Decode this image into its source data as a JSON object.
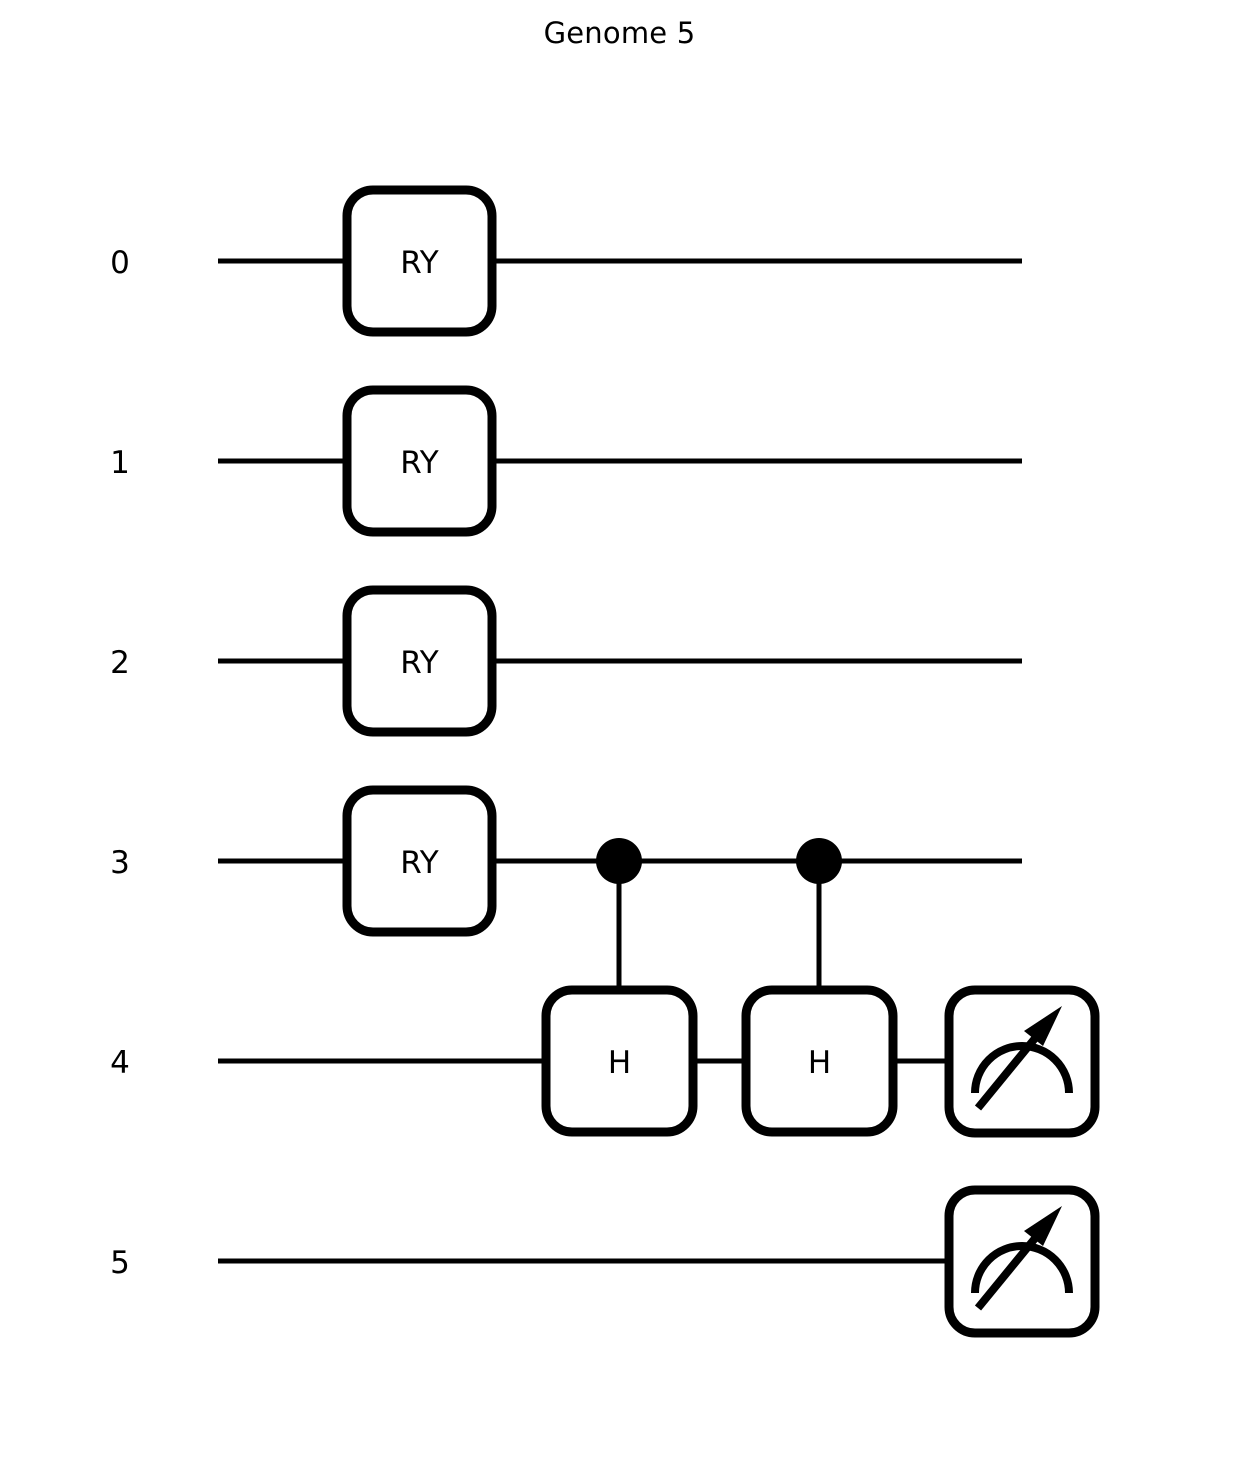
{
  "title": "Genome 5",
  "circuit": {
    "qubit_labels": [
      "0",
      "1",
      "2",
      "3",
      "4",
      "5"
    ],
    "gate_labels": {
      "ry": "RY",
      "h": "H",
      "measure": "measure-icon"
    },
    "colors": {
      "background": "#ffffff",
      "ink": "#000000"
    },
    "operations": [
      {
        "name": "RY",
        "qubit": 0,
        "column": 0
      },
      {
        "name": "RY",
        "qubit": 1,
        "column": 0
      },
      {
        "name": "RY",
        "qubit": 2,
        "column": 0
      },
      {
        "name": "RY",
        "qubit": 3,
        "column": 0
      },
      {
        "name": "CH",
        "control": 3,
        "target": 4,
        "column": 1,
        "target_label": "H"
      },
      {
        "name": "CH",
        "control": 3,
        "target": 4,
        "column": 2,
        "target_label": "H"
      },
      {
        "name": "measure",
        "qubit": 4,
        "column": 3
      },
      {
        "name": "measure",
        "qubit": 5,
        "column": 3
      }
    ],
    "gates": {
      "ry_0": "RY",
      "ry_1": "RY",
      "ry_2": "RY",
      "ry_3": "RY",
      "h_a": "H",
      "h_b": "H"
    }
  }
}
